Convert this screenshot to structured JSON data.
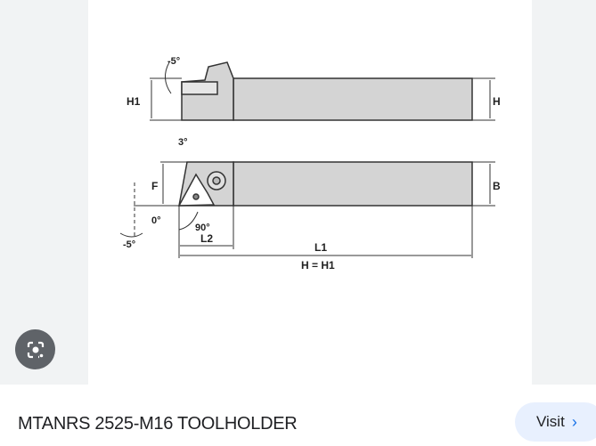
{
  "diagram": {
    "labels": {
      "h1": "H1",
      "h": "H",
      "b": "B",
      "f": "F",
      "l1": "L1",
      "l2": "L2",
      "eq": "H = H1",
      "a_neg5_top": "-5°",
      "a_3": "3°",
      "a_0": "0°",
      "a_90": "90°",
      "a_neg5_bottom": "-5°"
    }
  },
  "lens_icon": "google-lens-icon",
  "result": {
    "title": "MTANRS 2525-M16 TOOLHOLDER",
    "visit_label": "Visit",
    "visit_icon": "chevron-right-icon"
  },
  "colors": {
    "body_fill": "#d4d4d4",
    "outline": "#333333",
    "visit_bg": "#e8f0fe",
    "lens_bg": "#5f6368"
  }
}
